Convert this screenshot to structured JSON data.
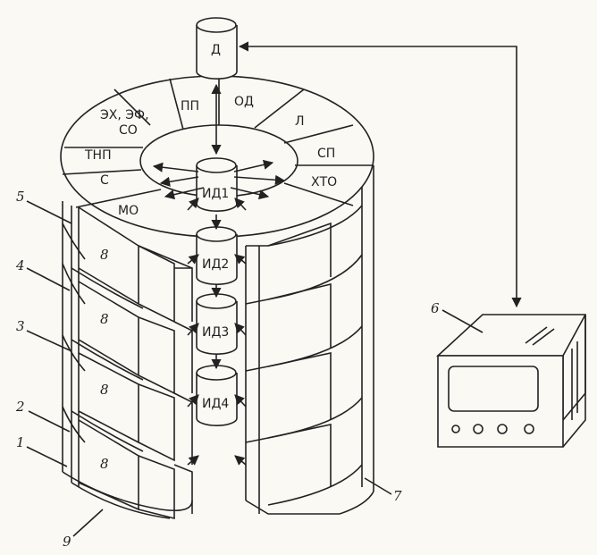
{
  "top_cylinder": "Д",
  "ring_sectors": {
    "pp": "ПП",
    "od": "ОД",
    "l": "Л",
    "sp": "СП",
    "hto": "ХТО",
    "mo": "МО",
    "s": "С",
    "tnp": "ТНП",
    "eh": "ЭХ, ЭФ,",
    "so": "СО"
  },
  "inner_cylinders": [
    "ИД1",
    "ИД2",
    "ИД3",
    "ИД4"
  ],
  "tier_numbers": [
    "8",
    "8",
    "8",
    "8"
  ],
  "callouts": {
    "c1": "1",
    "c2": "2",
    "c3": "3",
    "c4": "4",
    "c5": "5",
    "c6": "6",
    "c7": "7",
    "c9": "9"
  }
}
